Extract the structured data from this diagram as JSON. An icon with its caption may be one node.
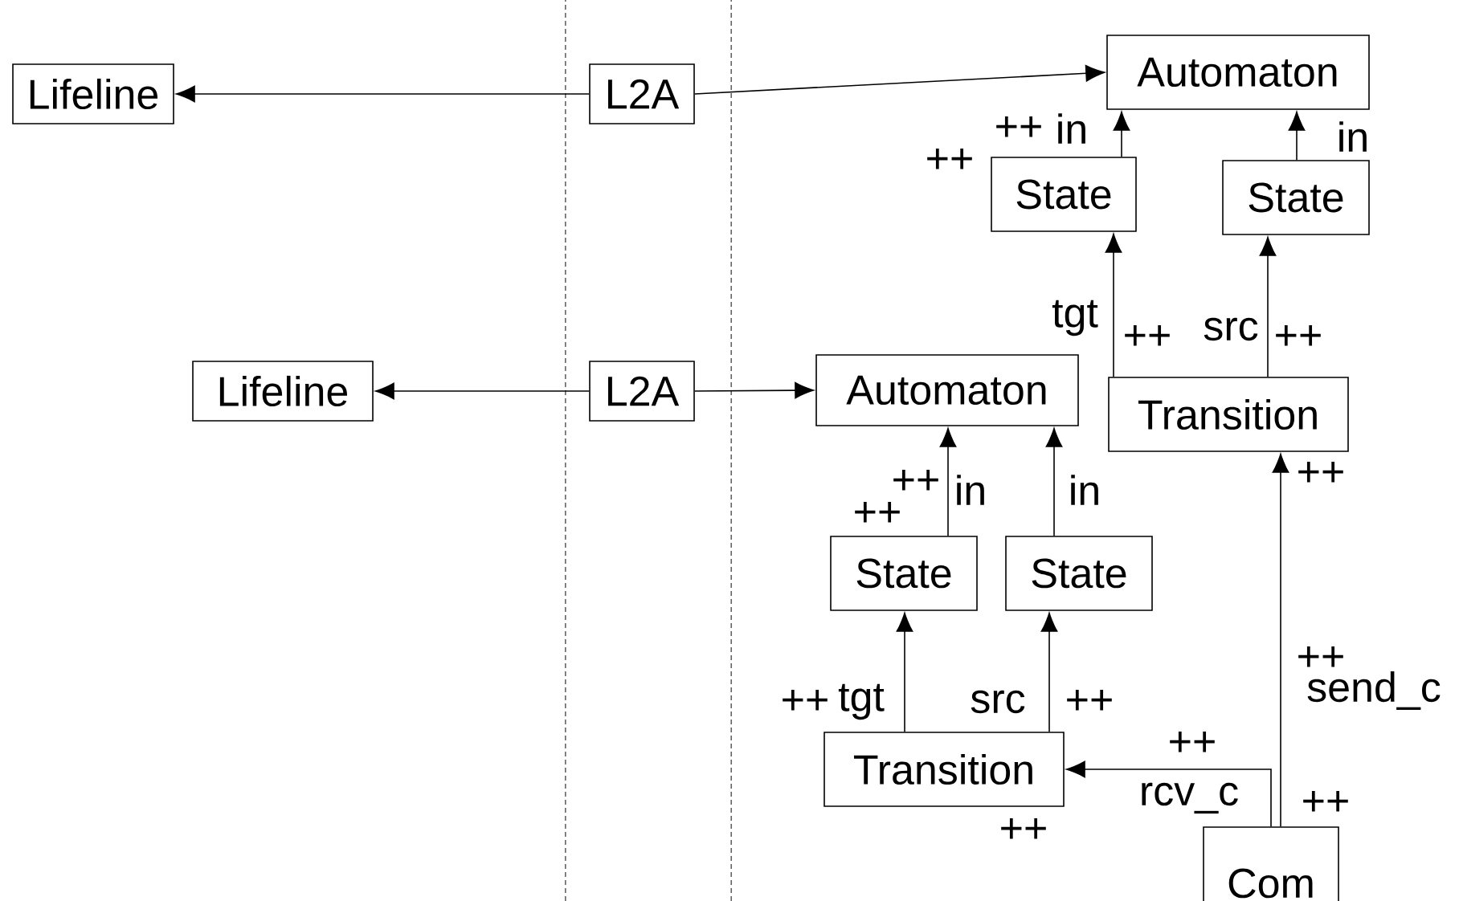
{
  "diagram": {
    "nodes": [
      {
        "text": [
          "Lifeline"
        ]
      },
      {
        "text": [
          "L2A"
        ]
      },
      {
        "text": [
          "Automaton"
        ]
      },
      {
        "text": [
          "State"
        ]
      },
      {
        "text": [
          "State"
        ]
      },
      {
        "text": [
          "Lifeline"
        ]
      },
      {
        "text": [
          "L2A"
        ]
      },
      {
        "text": [
          "Automaton"
        ]
      },
      {
        "text": [
          "Transition"
        ]
      },
      {
        "text": [
          "State"
        ]
      },
      {
        "text": [
          "State"
        ]
      },
      {
        "text": [
          "Transition"
        ]
      },
      {
        "text": [
          "Com"
        ]
      }
    ],
    "edges": [
      {
        "from": 1,
        "to": 0,
        "arrow": "to"
      },
      {
        "from": 1,
        "to": 2,
        "arrow": "to"
      },
      {
        "from": 3,
        "to": 2,
        "arrow": "to",
        "label": "in"
      },
      {
        "from": 4,
        "to": 2,
        "arrow": "to",
        "label": "in"
      },
      {
        "from": 8,
        "to": 3,
        "arrow": "to",
        "label": "tgt"
      },
      {
        "from": 8,
        "to": 4,
        "arrow": "to",
        "label": "src"
      },
      {
        "from": 6,
        "to": 5,
        "arrow": "to"
      },
      {
        "from": 6,
        "to": 7,
        "arrow": "to"
      },
      {
        "from": 9,
        "to": 7,
        "arrow": "to",
        "label": "in"
      },
      {
        "from": 10,
        "to": 7,
        "arrow": "to",
        "label": "in"
      },
      {
        "from": 11,
        "to": 9,
        "arrow": "to",
        "label": "tgt"
      },
      {
        "from": 11,
        "to": 10,
        "arrow": "to",
        "label": "src"
      },
      {
        "from": 12,
        "to": 8,
        "arrow": "to",
        "label": "send_c"
      },
      {
        "from": 12,
        "to": 11,
        "arrow": "to",
        "label": "rcv_c"
      }
    ],
    "labels": [
      "++",
      "++",
      "++",
      "++",
      "++",
      "++",
      "++",
      "++",
      "++",
      "++",
      "++",
      "++",
      "++"
    ]
  }
}
